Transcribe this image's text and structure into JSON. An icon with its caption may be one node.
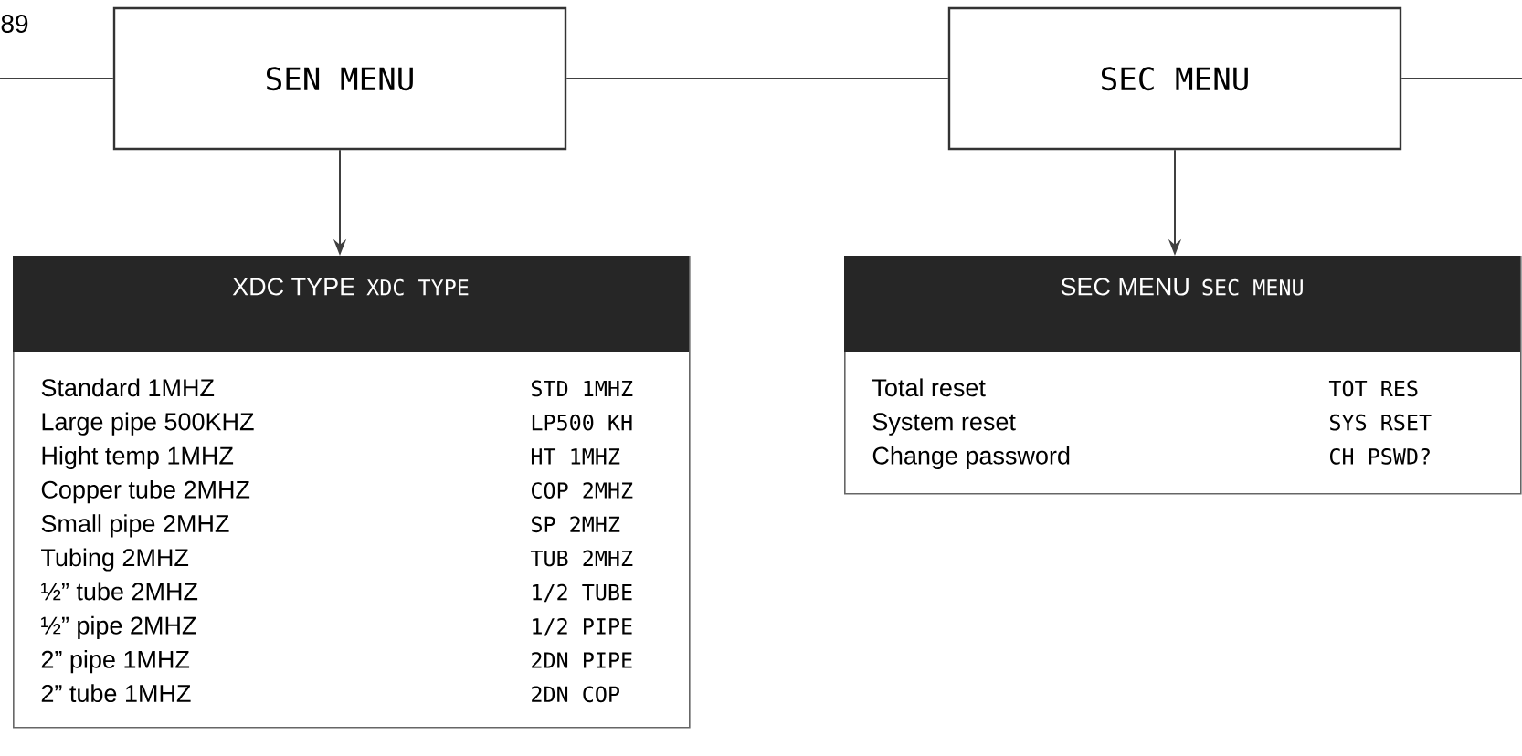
{
  "diagram": {
    "nodes": [
      {
        "text": [
          "SEN MENU"
        ]
      },
      {
        "text": [
          "SEC MENU"
        ]
      },
      {
        "text": [
          "XDC TYPE",
          "XDC TYPE",
          "Standard 1MHZ",
          "STD 1MHZ",
          "Large pipe 500KHZ",
          "LP500 KH",
          "Hight temp 1MHZ",
          "HT 1MHZ",
          "Copper tube  2MHZ",
          "COP 2MHZ",
          "Small pipe  2MHZ",
          "SP 2MHZ",
          "Tubing  2MHZ",
          "TUB 2MHZ",
          "½” tube  2MHZ",
          "1/2 TUBE",
          "½” pipe  2MHZ",
          "1/2 PIPE",
          "2” pipe  1MHZ",
          "2DN PIPE",
          "2” tube  1MHZ",
          "2DN COP"
        ]
      },
      {
        "text": [
          "SEC MENU",
          "SEC MENU",
          "Total reset",
          "TOT RES",
          "System reset",
          "SYS RSET",
          "Change password",
          "CH PSWD?"
        ]
      }
    ],
    "edges": [
      {
        "from": null,
        "to": 0,
        "arrow": "none"
      },
      {
        "from": 0,
        "to": 1,
        "arrow": "none"
      },
      {
        "from": 1,
        "to": null,
        "arrow": "none"
      },
      {
        "from": 0,
        "to": 2,
        "arrow": "to"
      },
      {
        "from": 1,
        "to": 3,
        "arrow": "to"
      }
    ],
    "labels": [
      "89"
    ]
  }
}
